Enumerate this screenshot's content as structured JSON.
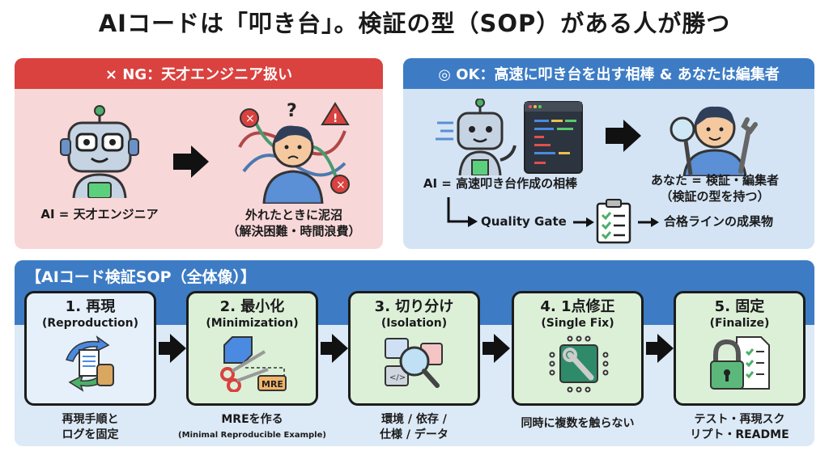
{
  "title": "AIコードは「叩き台」。検証の型（SOP）がある人が勝つ",
  "ng": {
    "header": "× NG：天才エンジニア扱い",
    "ai_caption": "AI = 天才エンジニア",
    "result_line1": "外れたときに泥沼",
    "result_line2": "（解決困難・時間浪費）",
    "color": "#d9423f"
  },
  "ok": {
    "header": "◎ OK：高速に叩き台を出す相棒 & あなたは編集者",
    "ai_caption": "AI = 高速叩き台作成の相棒",
    "you_line1": "あなた = 検証・編集者",
    "you_line2": "（検証の型を持つ）",
    "gate": "Quality Gate",
    "output": "合格ラインの成果物",
    "color": "#3d7cc4"
  },
  "sop": {
    "header": "【AIコード検証SOP（全体像）】",
    "steps": [
      {
        "title": "1. 再現",
        "en": "(Reproduction)",
        "cap1": "再現手順と",
        "cap2": "ログを固定"
      },
      {
        "title": "2. 最小化",
        "en": "(Minimization)",
        "cap1": "MREを作る",
        "cap2": "(Minimal Reproducible Example)",
        "badge": "MRE"
      },
      {
        "title": "3. 切り分け",
        "en": "(Isolation)",
        "cap1": "環境 / 依存 /",
        "cap2": "仕様 / データ"
      },
      {
        "title": "4. 1点修正",
        "en": "(Single Fix)",
        "cap1": "同時に複数を触らない",
        "cap2": ""
      },
      {
        "title": "5. 固定",
        "en": "(Finalize)",
        "cap1": "テスト・再現スク",
        "cap2": "リプト・README"
      }
    ]
  }
}
